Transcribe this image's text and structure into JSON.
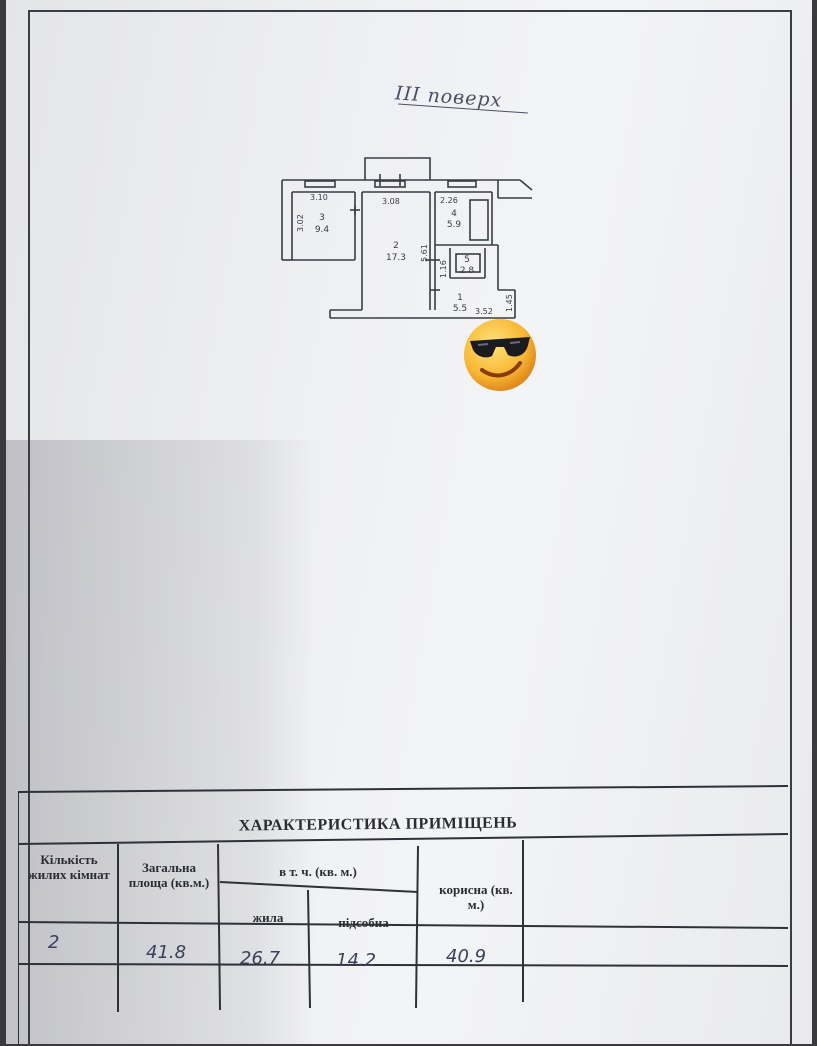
{
  "floor": {
    "label": "III поверх"
  },
  "plan": {
    "dimensions": [
      "3.10",
      "3.08",
      "2.26",
      "3.02",
      "5.61",
      "3.52",
      "1.45",
      "1.16"
    ],
    "rooms": [
      {
        "number": "3",
        "area": "9.4"
      },
      {
        "number": "2",
        "area": "17.3"
      },
      {
        "number": "4",
        "area": "5.9"
      },
      {
        "number": "5",
        "area": "2.8"
      },
      {
        "number": "1",
        "area": "5.5"
      }
    ]
  },
  "sticker": {
    "icon": "sunglasses-emoji-icon"
  },
  "table": {
    "title": "ХАРАКТЕРИСТИКА ПРИМІЩЕНЬ",
    "headers": {
      "rooms_count": "Кількість жилих кімнат",
      "total_area": "Загальна площа (кв.м.)",
      "including": "в т. ч. (кв. м.)",
      "living": "жила",
      "auxiliary": "підсобна",
      "useful": "корисна (кв. м.)"
    },
    "values": {
      "rooms_count": "2",
      "total_area": "41.8",
      "living": "26.7",
      "auxiliary": "14.2",
      "useful": "40.9"
    }
  }
}
